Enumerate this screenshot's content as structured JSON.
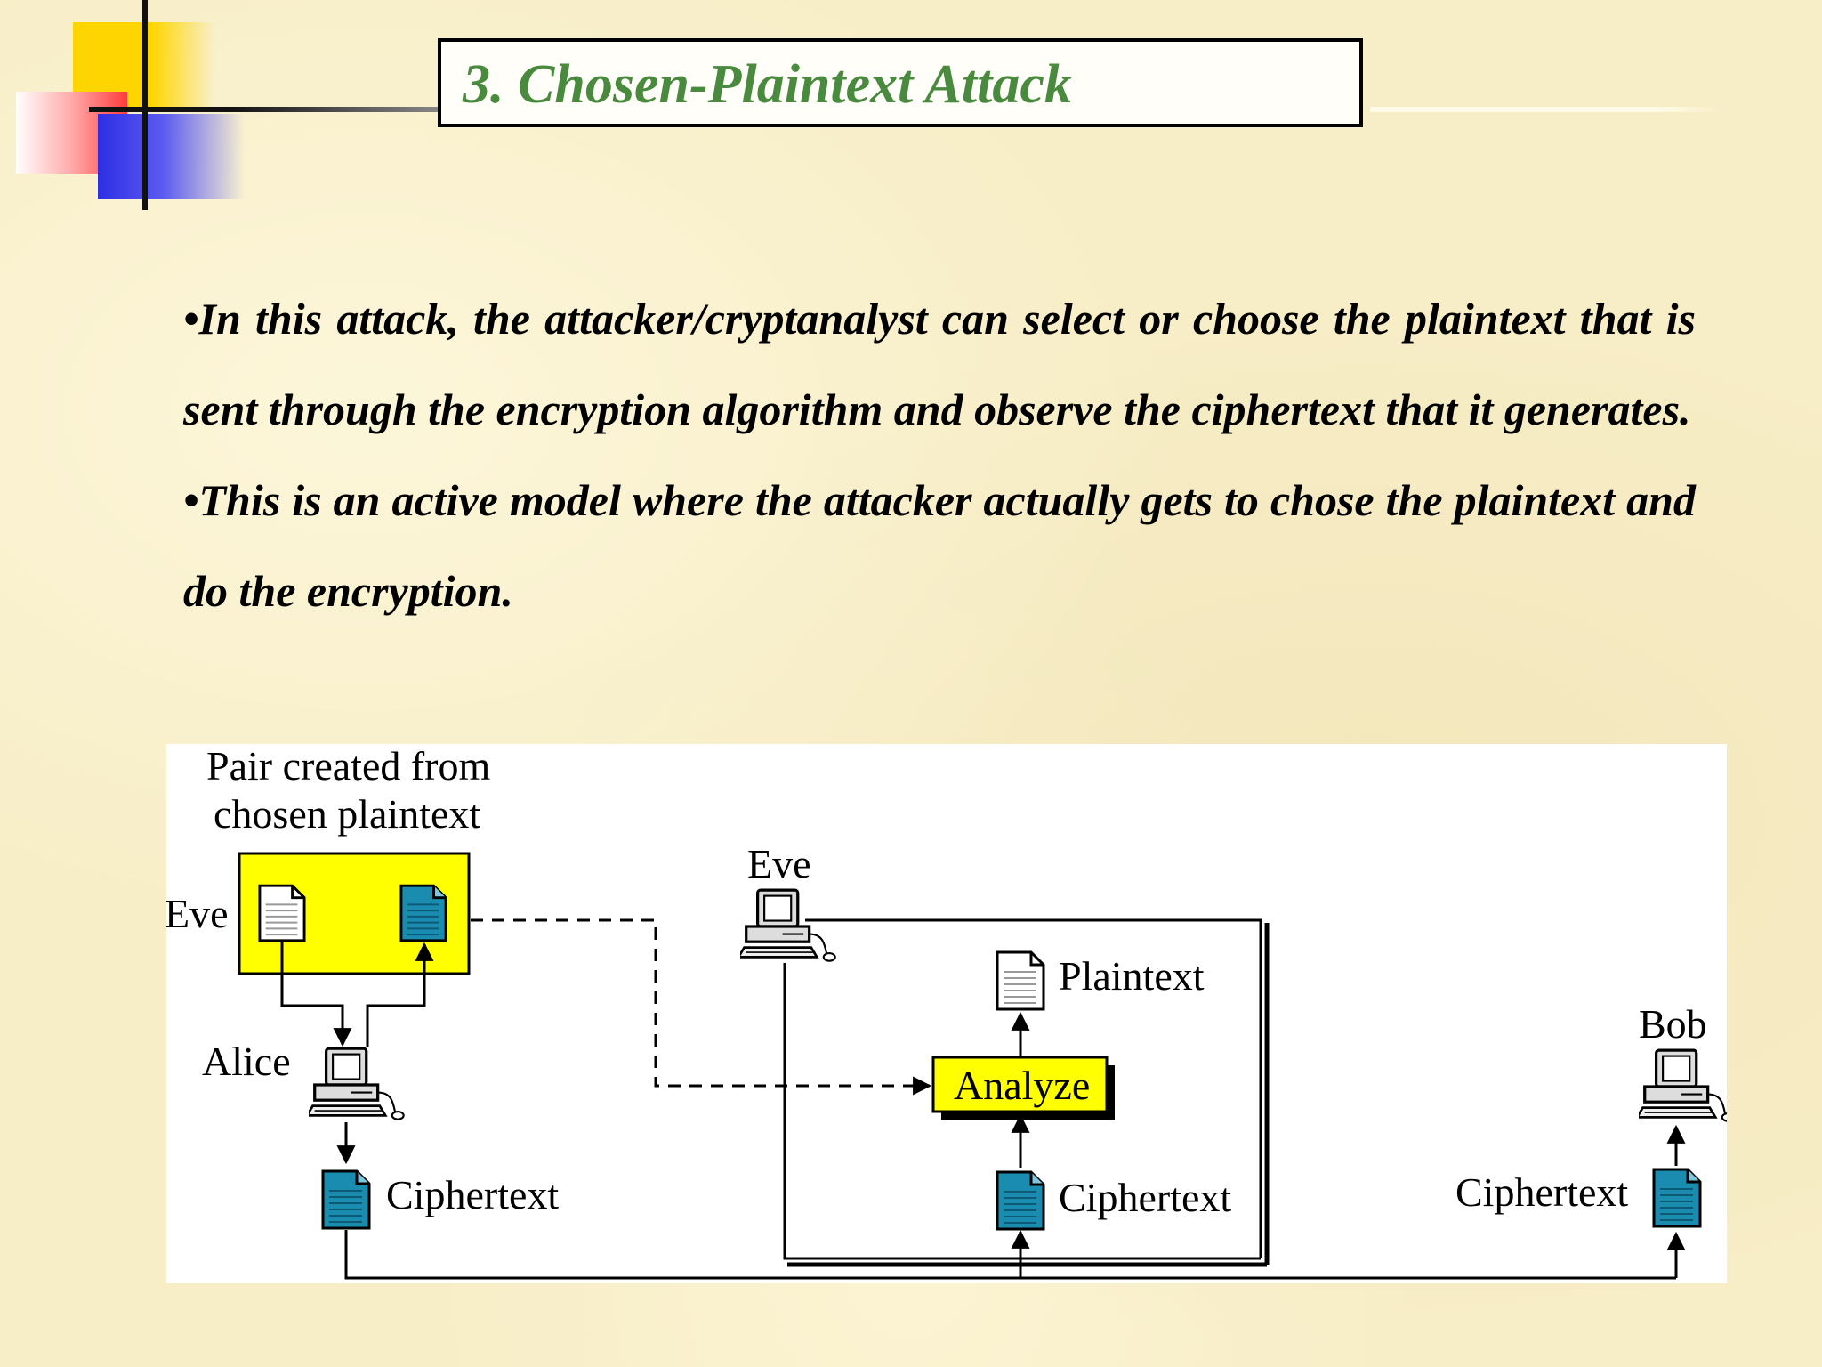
{
  "slide": {
    "title": "3. Chosen-Plaintext Attack",
    "bullets": [
      "•In this attack, the attacker/cryptanalyst can select or choose the plaintext that is sent through the encryption algorithm and observe the ciphertext that it generates.",
      "•This is an active model where the attacker actually gets to chose the plaintext and do the encryption."
    ]
  },
  "diagram": {
    "pair_label_line1": "Pair created from",
    "pair_label_line2": "chosen plaintext",
    "eve_left": "Eve",
    "eve_top": "Eve",
    "alice": "Alice",
    "bob": "Bob",
    "plaintext": "Plaintext",
    "analyze": "Analyze",
    "ciphertext_left": "Ciphertext",
    "ciphertext_mid": "Ciphertext",
    "ciphertext_right": "Ciphertext"
  },
  "colors": {
    "title_green": "#4a8a3e",
    "analyze_yellow": "#ffff00",
    "doc_teal": "#1a8cb0",
    "background": "#f7edc6"
  }
}
